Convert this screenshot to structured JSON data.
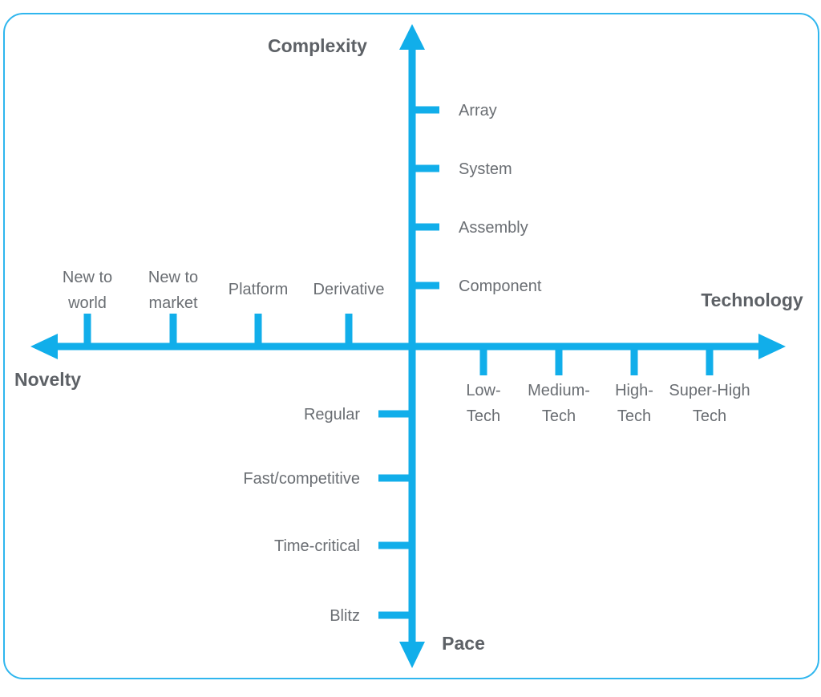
{
  "colors": {
    "axis": "#11aeea",
    "frame": "#2fb6ee",
    "text": "#6a6e73",
    "title": "#5d6166"
  },
  "axes": {
    "complexity": {
      "title": "Complexity",
      "ticks": [
        "Component",
        "Assembly",
        "System",
        "Array"
      ]
    },
    "technology": {
      "title": "Technology",
      "ticks": [
        [
          "Low-",
          "Tech"
        ],
        [
          "Medium-",
          "Tech"
        ],
        [
          "High-",
          "Tech"
        ],
        [
          "Super-High",
          "Tech"
        ]
      ]
    },
    "novelty": {
      "title": "Novelty",
      "ticks": [
        [
          "Derivative"
        ],
        [
          "Platform"
        ],
        [
          "New to",
          "market"
        ],
        [
          "New to",
          "world"
        ]
      ]
    },
    "pace": {
      "title": "Pace",
      "ticks": [
        "Regular",
        "Fast/competitive",
        "Time-critical",
        "Blitz"
      ]
    }
  }
}
